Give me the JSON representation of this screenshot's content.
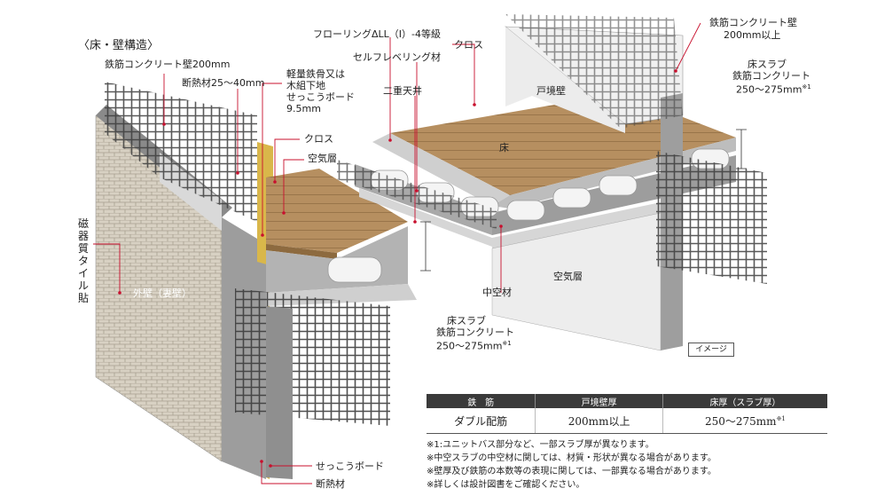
{
  "title": "〈床・壁構造〉",
  "left_labels": {
    "rc_wall": "鉄筋コンクリート壁200mm",
    "insulation": "断熱材25〜40mm",
    "steel_frame_1": "軽量鉄骨又は",
    "steel_frame_2": "木組下地",
    "steel_frame_3": "せっこうボード",
    "steel_frame_4": "9.5mm",
    "cloth": "クロス",
    "air_layer": "空気層",
    "tile": "磁器質タイル貼",
    "exterior_wall": "外壁（妻壁）",
    "gypsum_bottom": "せっこうボード",
    "insulation_bottom": "断熱材"
  },
  "center_labels": {
    "flooring": "フローリングΔLL（I）-4等級",
    "cloth": "クロス",
    "self_leveling": "セルフレベリング材",
    "double_ceiling": "二重天井",
    "partition_wall": "戸境壁",
    "floor": "床",
    "hollow": "中空材",
    "air_layer": "空気層",
    "slab_1": "床スラブ",
    "slab_2": "鉄筋コンクリート",
    "slab_3": "250〜275mm",
    "slab_sup": "※1"
  },
  "right_labels": {
    "rc_wall_1": "鉄筋コンクリート壁",
    "rc_wall_2": "200mm以上",
    "slab_1": "床スラブ",
    "slab_2": "鉄筋コンクリート",
    "slab_3": "250〜275mm",
    "slab_sup": "※1",
    "image_badge": "イメージ"
  },
  "table": {
    "headers": [
      "鉄　筋",
      "戸境壁厚",
      "床厚（スラブ厚）"
    ],
    "row": [
      "ダブル配筋",
      "200mm以上",
      "250〜275mm"
    ],
    "row_sup": "※1"
  },
  "notes": [
    "※1:ユニットバス部分など、一部スラブ厚が異なります。",
    "※中空スラブの中空材に関しては、材質・形状が異なる場合があります。",
    "※壁厚及び鉄筋の本数等の表現に関しては、一部異なる場合があります。",
    "※詳しくは設計図書をご確認ください。"
  ],
  "colors": {
    "leader": "#c8102e",
    "concrete": "#b9b9b9",
    "wood": "#b08a5e",
    "tile": "#d4cdbf",
    "rebar": "#4a4a4a"
  }
}
